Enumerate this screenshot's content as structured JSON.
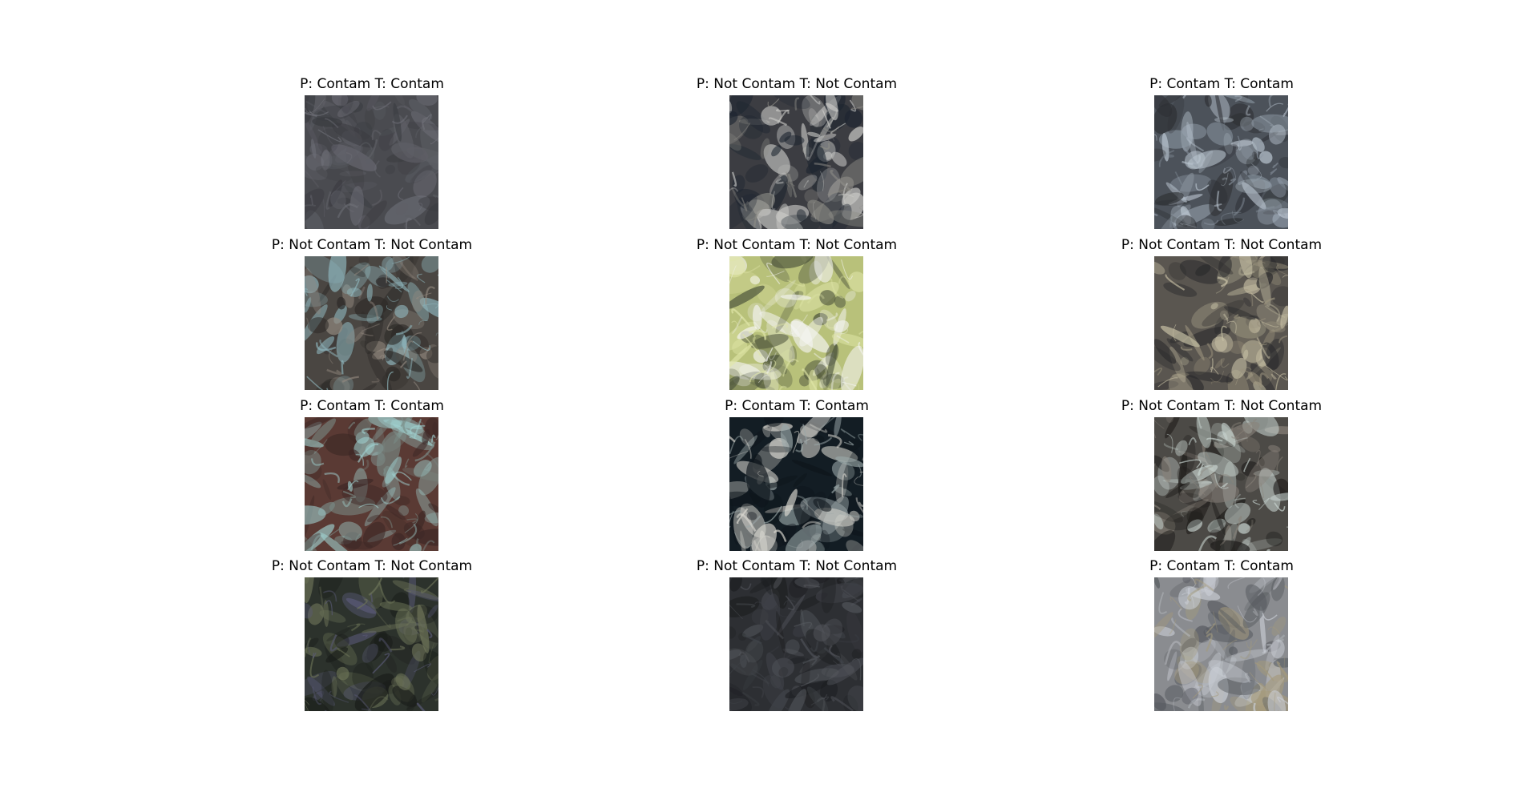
{
  "panels": [
    {
      "label": "P: Contam T: Contam",
      "base": "#4a4b50",
      "c1": "#5e5f66",
      "c2": "#3a3b40",
      "c3": "#6f7078"
    },
    {
      "label": "P: Not Contam T: Not Contam",
      "base": "#3c3d42",
      "c1": "#c9c9c6",
      "c2": "#1d2530",
      "c3": "#8d8c86"
    },
    {
      "label": "P: Contam T: Contam",
      "base": "#4c525a",
      "c1": "#b9c4cf",
      "c2": "#2e3034",
      "c3": "#8f9aa6"
    },
    {
      "label": "P: Not Contam T: Not Contam",
      "base": "#4a4642",
      "c1": "#8fb6bd",
      "c2": "#2c2927",
      "c3": "#948a80"
    },
    {
      "label": "P: Not Contam T: Not Contam",
      "base": "#b8c17a",
      "c1": "#f4f4f2",
      "c2": "#49503a",
      "c3": "#e0e6a8"
    },
    {
      "label": "P: Not Contam T: Not Contam",
      "base": "#5a5650",
      "c1": "#c9c2a6",
      "c2": "#2a2a2c",
      "c3": "#9a927c"
    },
    {
      "label": "P: Contam T: Contam",
      "base": "#5a3a34",
      "c1": "#9fd0cf",
      "c2": "#3d2826",
      "c3": "#7a8b86"
    },
    {
      "label": "P: Contam T: Contam",
      "base": "#131d24",
      "c1": "#d8d6cf",
      "c2": "#0e151b",
      "c3": "#9aa7a8"
    },
    {
      "label": "P: Not Contam T: Not Contam",
      "base": "#4c4a46",
      "c1": "#c8d4d0",
      "c2": "#1e1c1a",
      "c3": "#8a837a"
    },
    {
      "label": "P: Not Contam T: Not Contam",
      "base": "#2c322c",
      "c1": "#6d7458",
      "c2": "#1a1d1a",
      "c3": "#5a5a78"
    },
    {
      "label": "P: Not Contam T: Not Contam",
      "base": "#2d2f33",
      "c1": "#55585e",
      "c2": "#1c1d20",
      "c3": "#3f4248"
    },
    {
      "label": "P: Contam T: Contam",
      "base": "#8a8c90",
      "c1": "#c9cdd4",
      "c2": "#55595e",
      "c3": "#a49a7c"
    }
  ]
}
